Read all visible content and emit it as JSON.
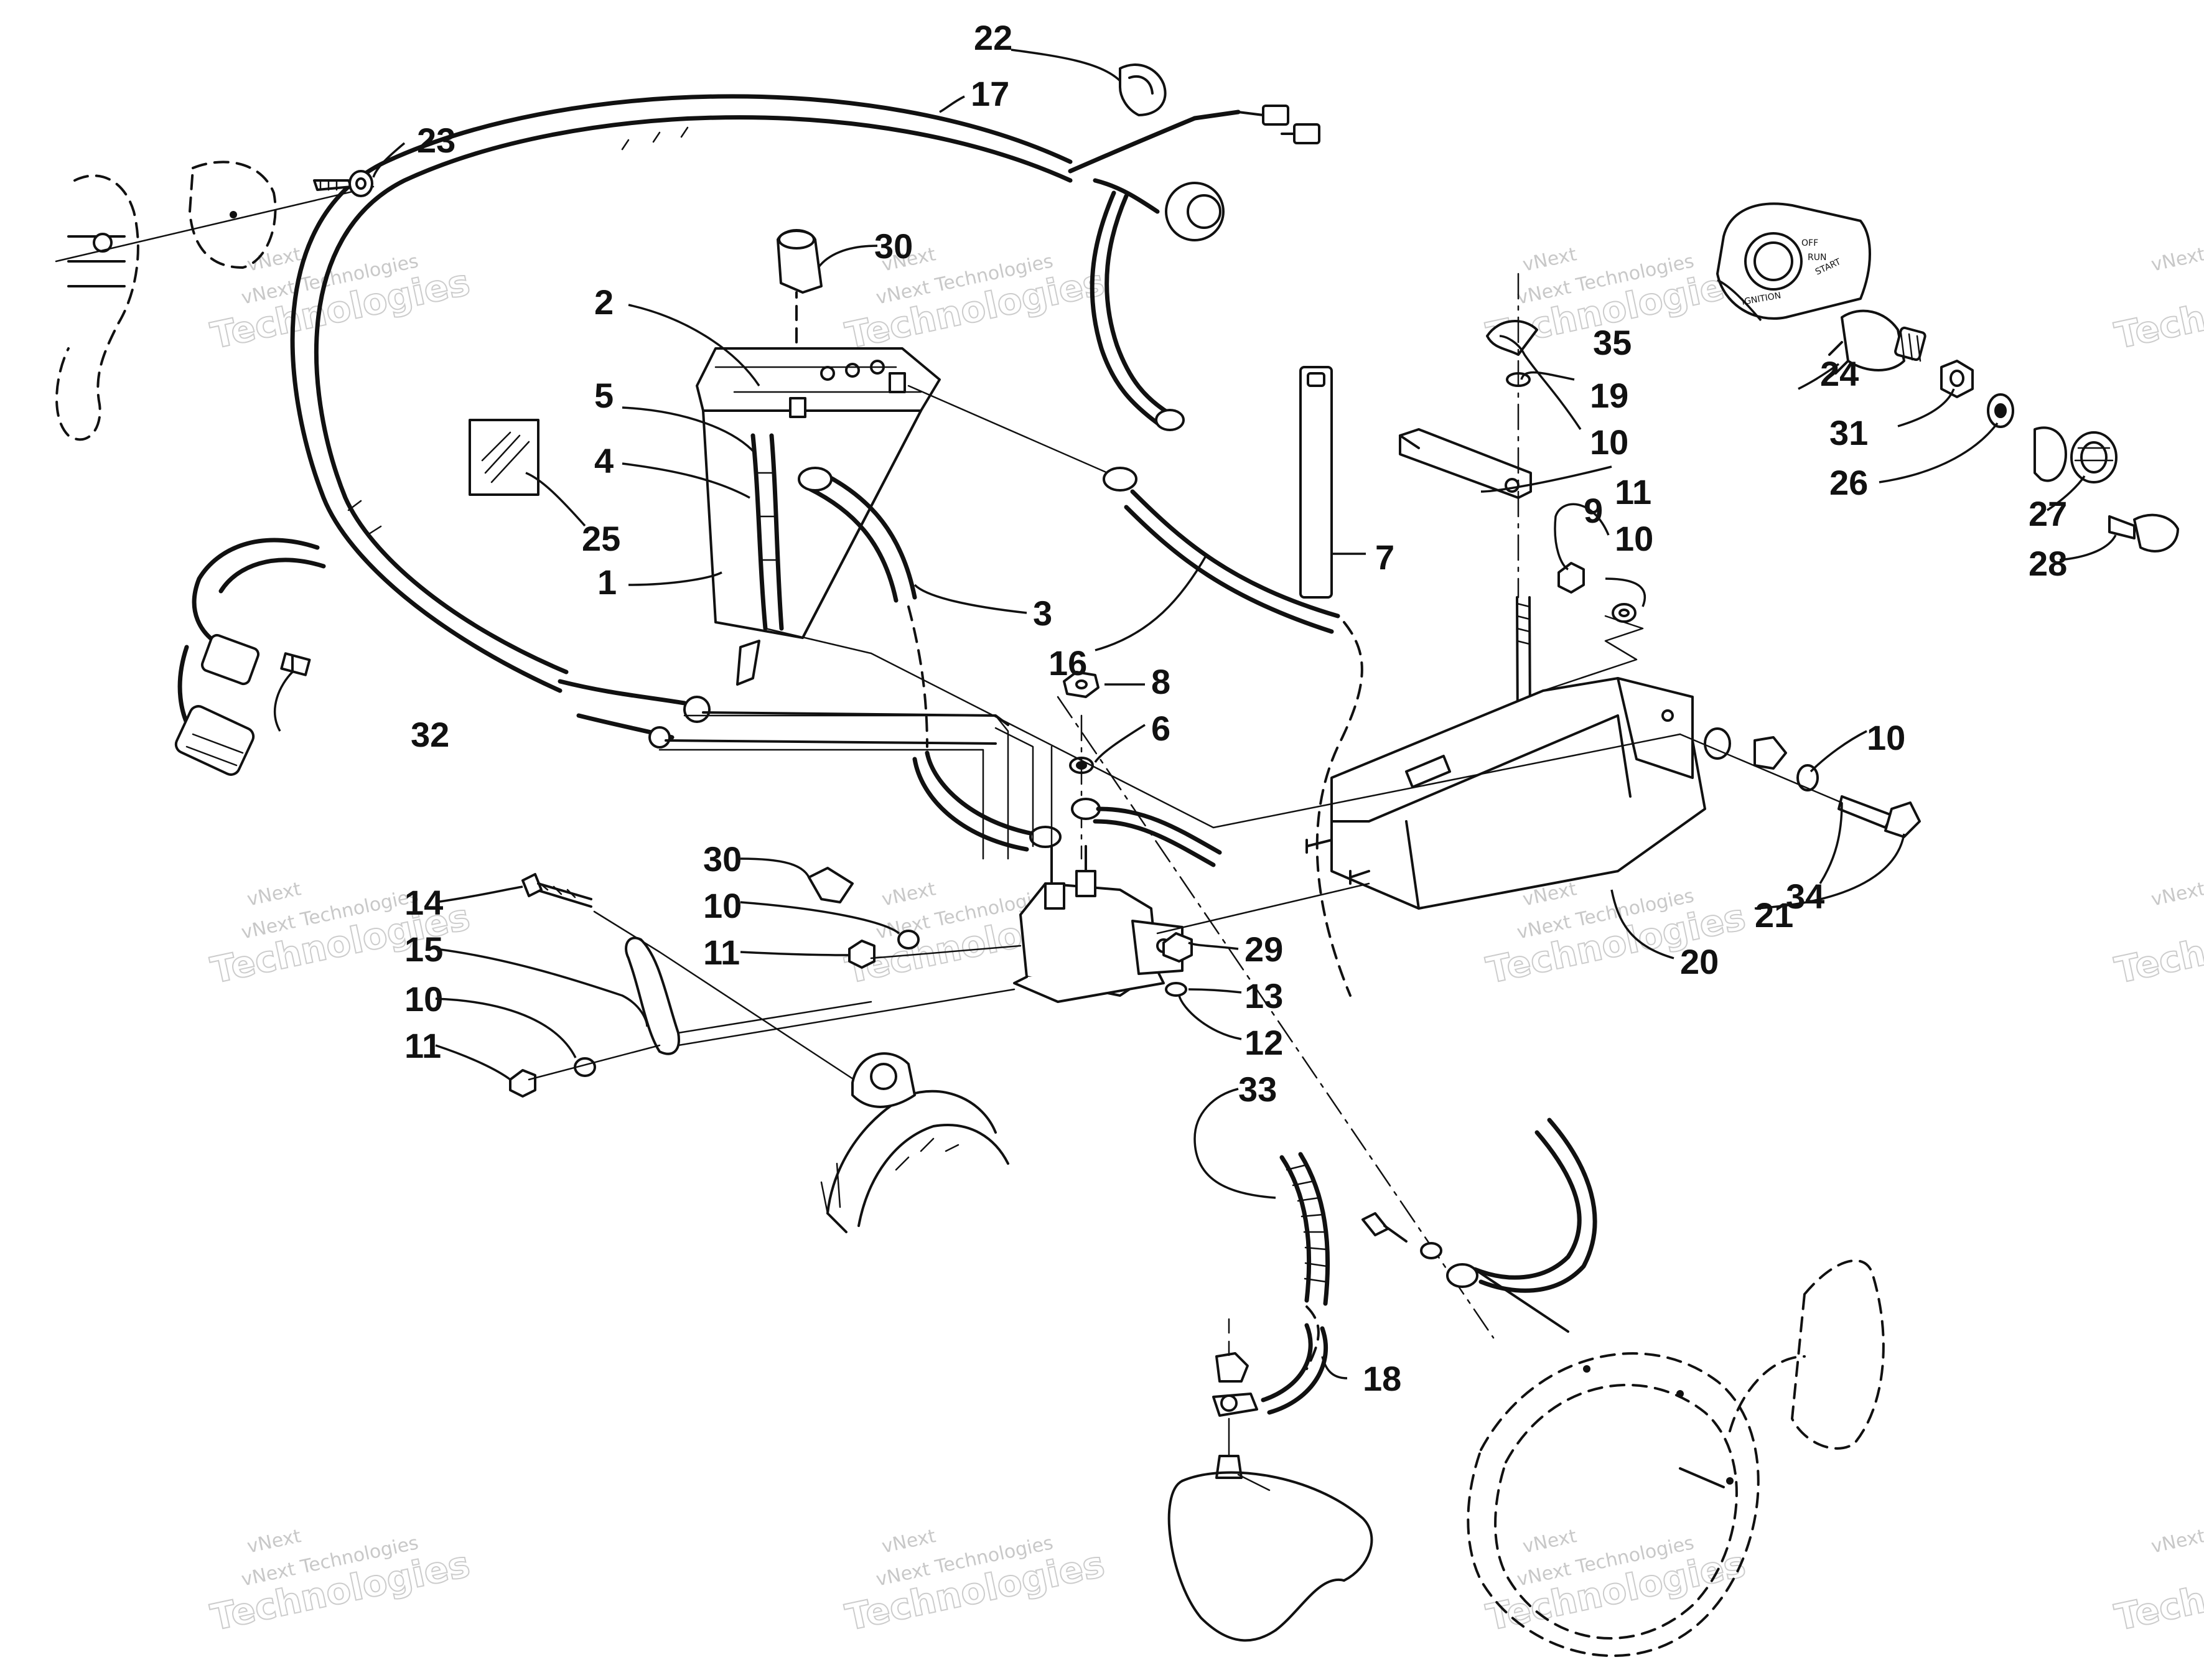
{
  "callouts": {
    "c1": "1",
    "c2": "2",
    "c3": "3",
    "c4": "4",
    "c5": "5",
    "c6": "6",
    "c7": "7",
    "c8": "8",
    "c9": "9",
    "c10a": "10",
    "c10b": "10",
    "c10c": "10",
    "c10d": "10",
    "c10e": "10",
    "c11a": "11",
    "c11b": "11",
    "c11c": "11",
    "c12": "12",
    "c13": "13",
    "c14": "14",
    "c15": "15",
    "c16": "16",
    "c17": "17",
    "c18": "18",
    "c19": "19",
    "c20": "20",
    "c21": "21",
    "c22": "22",
    "c23": "23",
    "c24": "24",
    "c25": "25",
    "c26": "26",
    "c27": "27",
    "c28": "28",
    "c29": "29",
    "c30a": "30",
    "c30b": "30",
    "c31": "31",
    "c32": "32",
    "c33": "33",
    "c34": "34",
    "c35": "35"
  },
  "decal": {
    "off": "OFF",
    "run": "RUN",
    "start": "START",
    "ignition": "IGNITION"
  },
  "watermark": {
    "line1": "vNext",
    "line2": "vNext Technologies",
    "line3": "Technologies"
  }
}
